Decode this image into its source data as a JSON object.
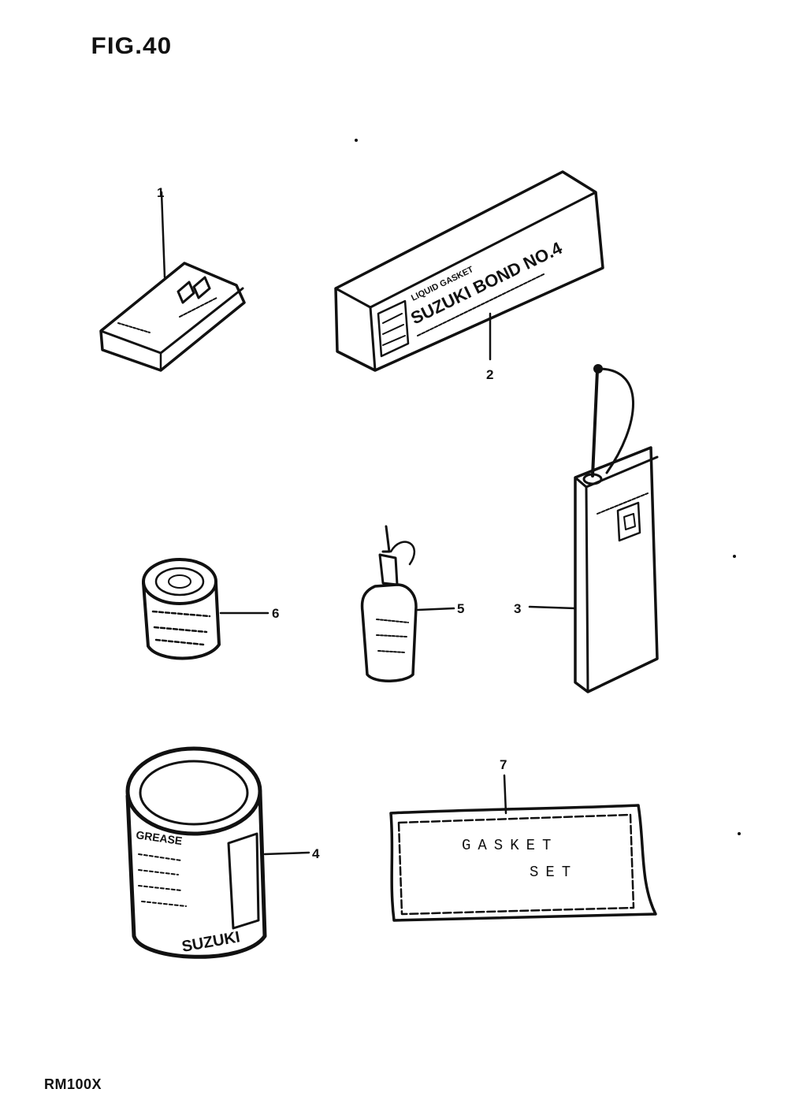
{
  "figure": {
    "title": "FIG.40",
    "model": "RM100X"
  },
  "callouts": [
    "1",
    "2",
    "3",
    "4",
    "5",
    "6",
    "7"
  ],
  "packages": {
    "bond_box": {
      "line1": "LIQUID GASKET",
      "line2": "SUZUKI BOND NO.4"
    },
    "gasket_set": {
      "line1": "GASKET",
      "line2": "SET"
    },
    "grease_can": {
      "side_text_1": "GREASE",
      "side_text_2": "SUZUKI"
    }
  },
  "icons": [
    "suzuki-logo-icon"
  ]
}
